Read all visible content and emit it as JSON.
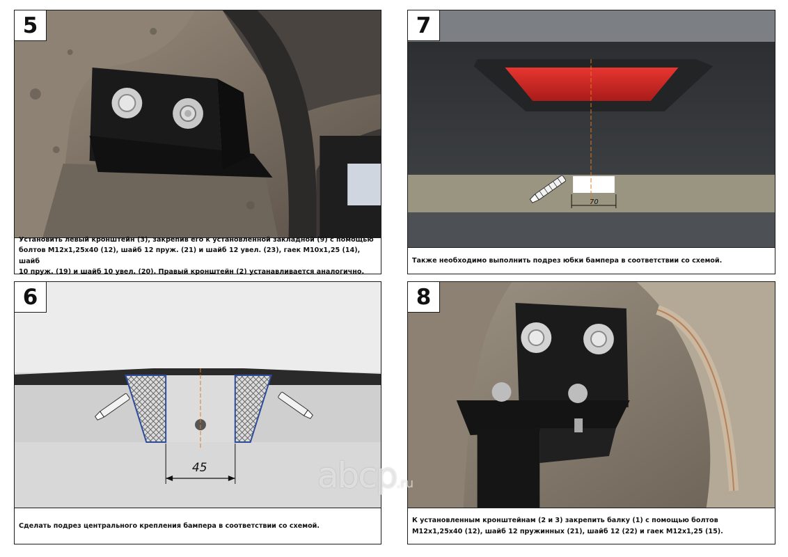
{
  "steps": [
    {
      "number": "5",
      "caption_lines": [
        "Установить левый кронштейн (3), закрепив его к установленной закладной (9) с помощью",
        "болтов М12х1,25х40 (12), шайб 12 пруж. (21) и шайб 12 увел. (23), гаек М10х1,25 (14), шайб",
        "10 пруж. (19) и шайб 10 увел. (20). Правый кронштейн (2) устанавливается аналогично."
      ]
    },
    {
      "number": "7",
      "caption_lines": [
        "Также необходимо выполнить подрез юбки бампера в соответствии со схемой."
      ],
      "dimension": "70"
    },
    {
      "number": "6",
      "caption_lines": [
        "Сделать подрез центрального крепления бампера в соответствии со схемой."
      ],
      "dimension": "45"
    },
    {
      "number": "8",
      "caption_lines": [
        "К установленным кронштейнам (2 и 3) закрепить балку (1) с помощью болтов",
        "М12х1,25х40 (12), шайб 12 пружинных (21), шайб 12 (22) и гаек М12х1,25 (15)."
      ]
    }
  ],
  "watermark": {
    "main": "abcp",
    "suffix": ".ru"
  }
}
